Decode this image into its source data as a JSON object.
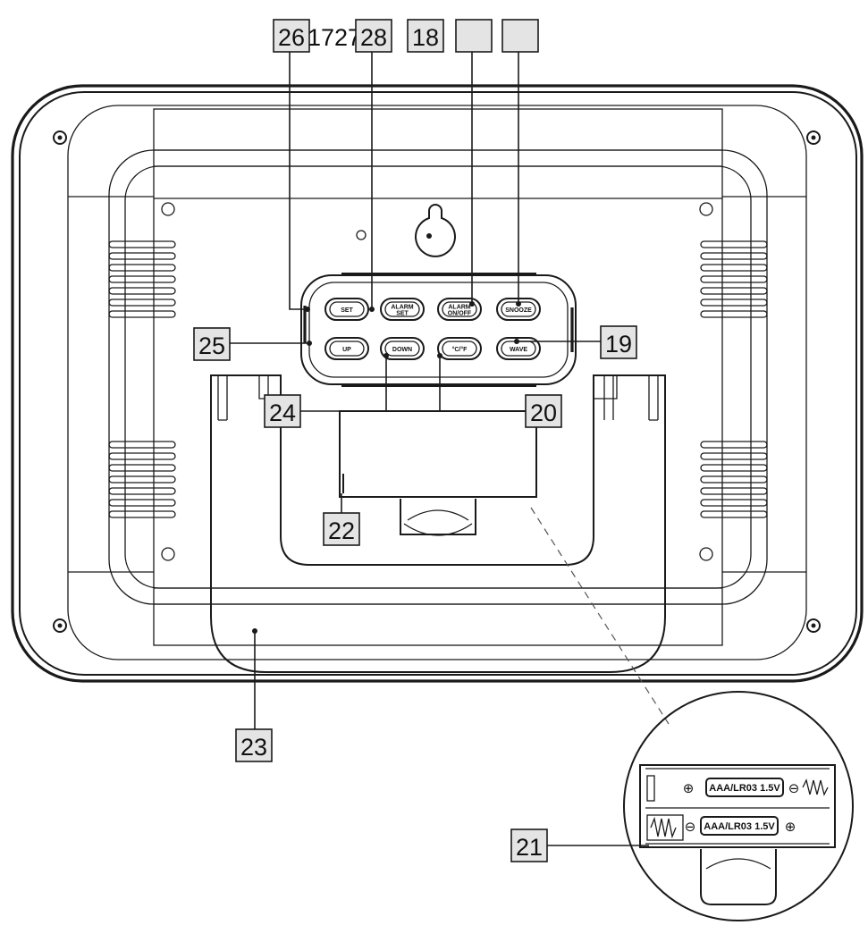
{
  "callouts": {
    "c26": "26",
    "c17_27": "1727",
    "c28": "28",
    "c18": "18",
    "c19": "19",
    "c20": "20",
    "c21": "21",
    "c22": "22",
    "c23": "23",
    "c24": "24",
    "c25": "25"
  },
  "buttons": {
    "row1": [
      "SET",
      "ALARM SET",
      "ALARM ON/OFF",
      "SNOOZE"
    ],
    "row2": [
      "UP",
      "DOWN",
      "°C/°F",
      "WAVE"
    ]
  },
  "battery": {
    "top_label": "AAA/LR03 1.5V",
    "bottom_label": "AAA/LR03 1.5V",
    "plus": "⊕",
    "minus": "⊖"
  }
}
